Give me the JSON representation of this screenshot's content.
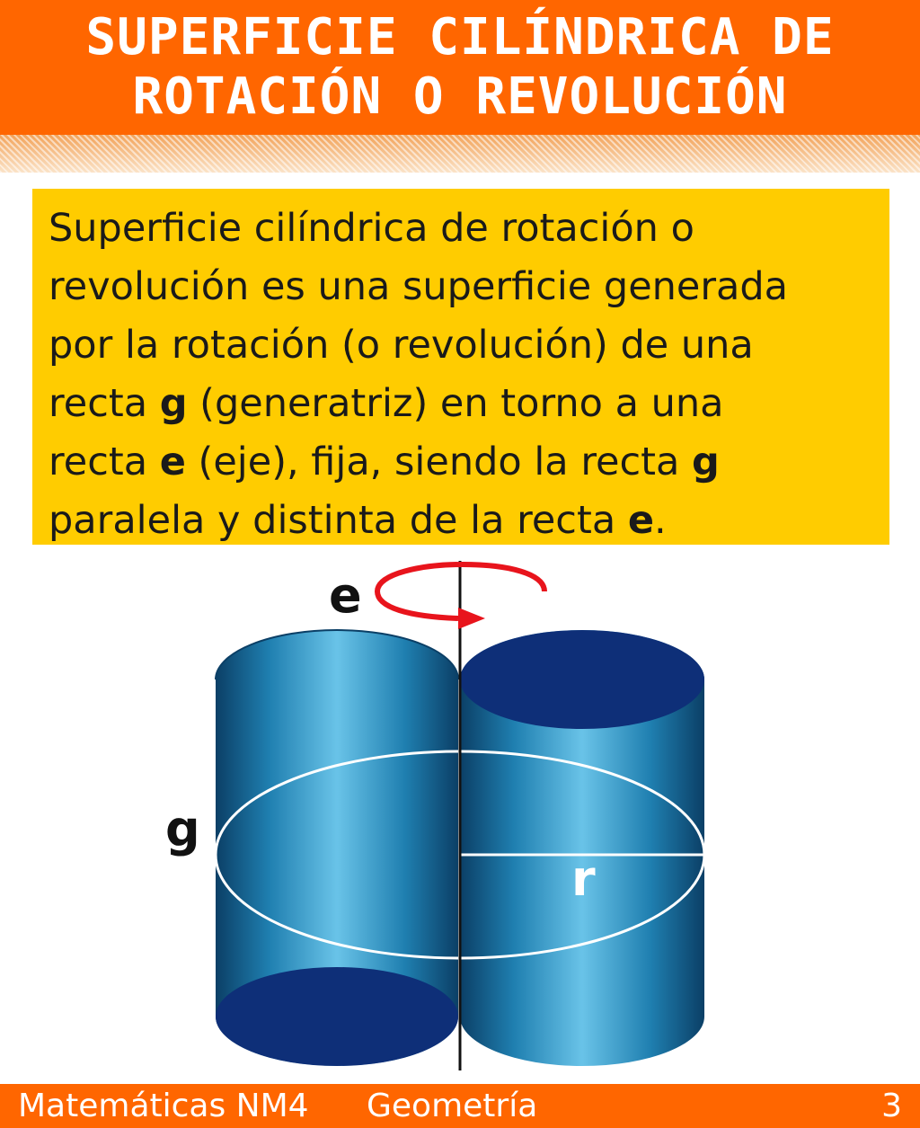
{
  "slide": {
    "title_line1": "SUPERFICIE CILÍNDRICA DE",
    "title_line2": "ROTACIÓN O REVOLUCIÓN"
  },
  "definition": {
    "line1": "Superficie cilíndrica de rotación o",
    "line2": "revolución es una superficie generada",
    "line3": "por la rotación (o revolución) de una",
    "line4_a": "recta ",
    "line4_b": "g",
    "line4_c": " (generatriz) en torno a una",
    "line5_a": "recta ",
    "line5_b": "e",
    "line5_c": " (eje), fija, siendo la recta ",
    "line5_d": "g",
    "line6_a": "paralela y distinta de la recta ",
    "line6_b": "e",
    "line6_c": "."
  },
  "diagram": {
    "axis_label": "e",
    "generatrix_label": "g",
    "radius_label": "r",
    "colors": {
      "cylinder": "#1f7fb0",
      "cylinder_highlight": "#69c3e8",
      "cylinder_shadow": "#0b3f66",
      "cap": "#0e2f78",
      "arrow": "#e8141c",
      "axis": "#111111"
    }
  },
  "footer": {
    "course": "Matemáticas NM4",
    "subject": "Geometría",
    "page_number": "3"
  },
  "colors": {
    "header": "#ff6600",
    "definition_box": "#ffcc00"
  }
}
